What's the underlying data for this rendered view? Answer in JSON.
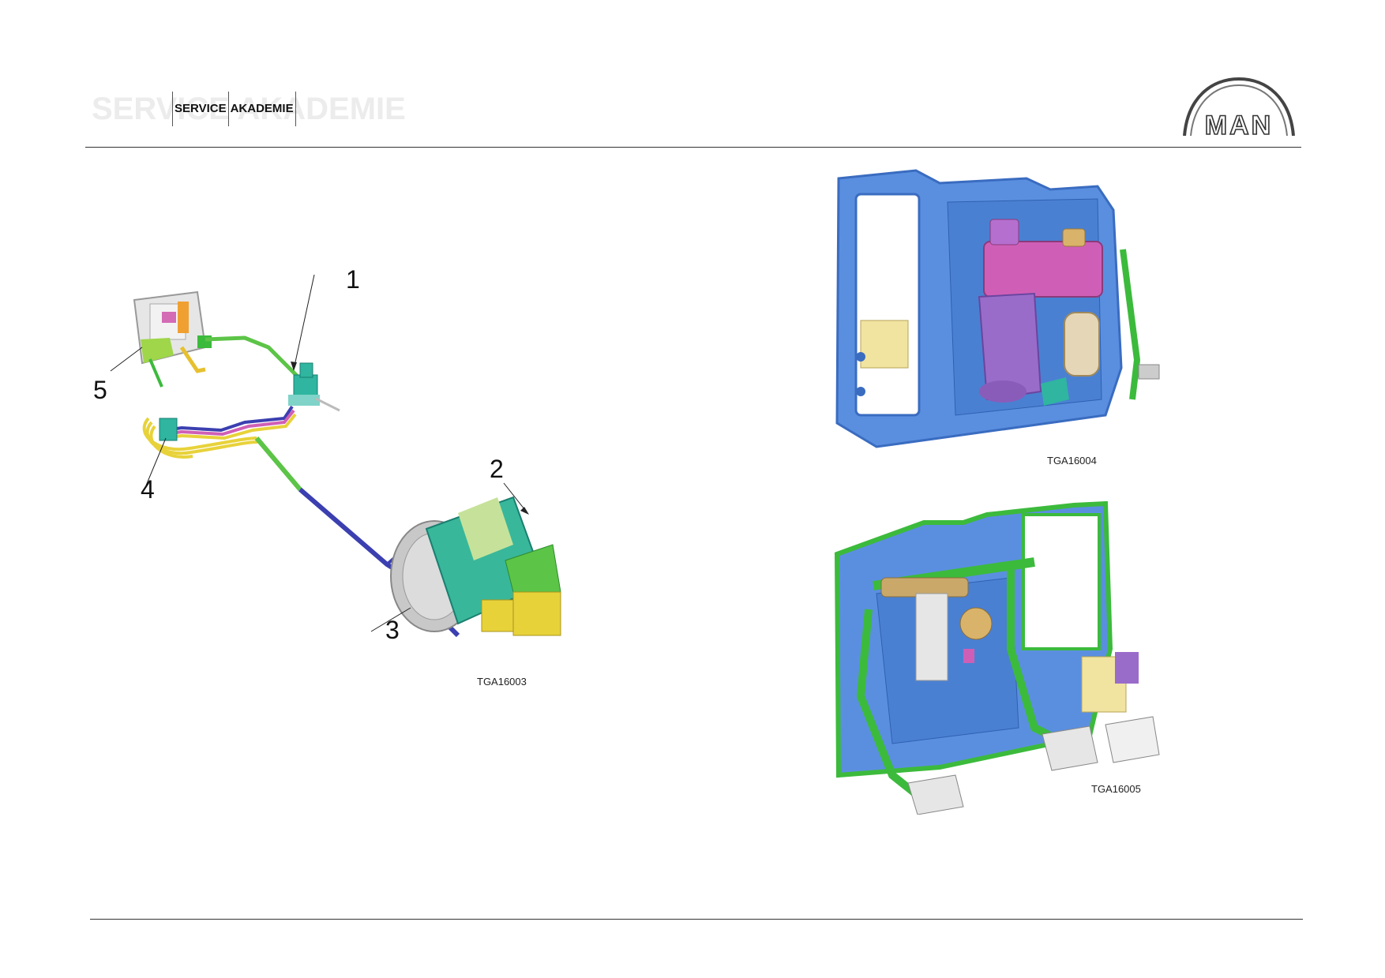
{
  "header": {
    "ghost_text": "SERVICE AKADEMIE",
    "label_service": "SERVICE",
    "label_akademie": "AKADEMIE"
  },
  "logo": {
    "text": "MAN",
    "icon": "man-logo-icon"
  },
  "figures": {
    "overview": {
      "caption": "TGA16003",
      "callouts": [
        "1",
        "2",
        "3",
        "4",
        "5"
      ]
    },
    "pedal_box_top": {
      "caption": "TGA16004"
    },
    "pedal_box_bottom": {
      "caption": "TGA16005"
    }
  },
  "colors": {
    "blue_housing": "#5a8fe0",
    "green": "#3cba3c",
    "magenta": "#cf5fb6",
    "purple": "#9a6cc9",
    "teal": "#2fb5a0",
    "yellow": "#e8d23a",
    "tan": "#d9c18a",
    "line_blue": "#3b3fb0"
  }
}
